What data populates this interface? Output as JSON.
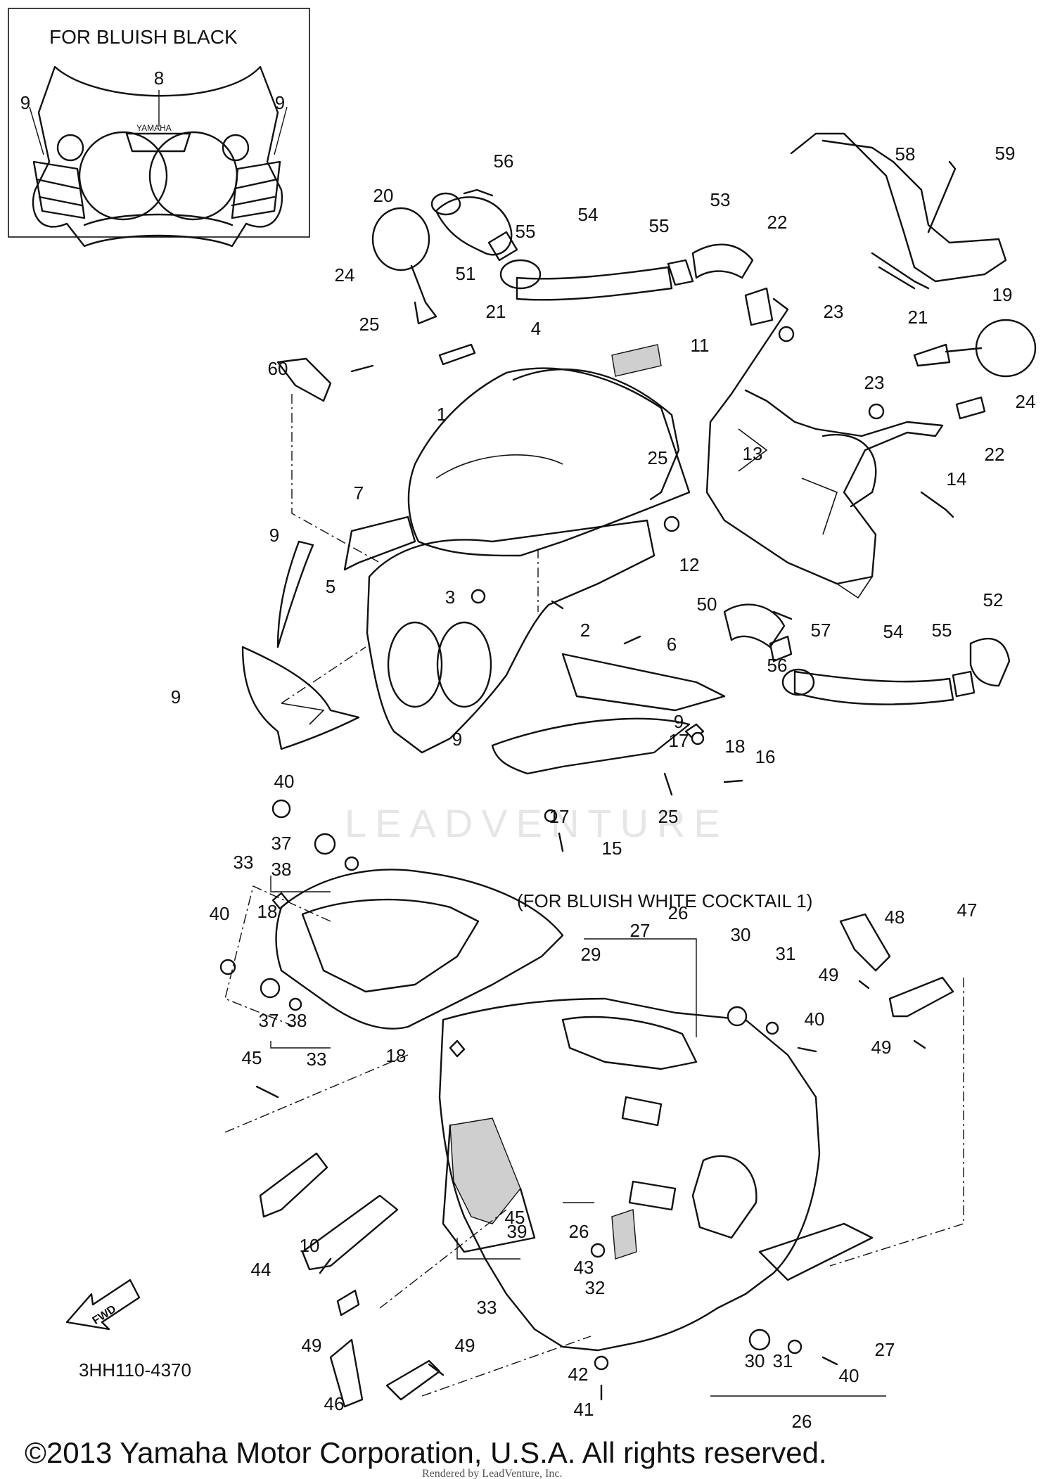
{
  "inset": {
    "title": "FOR BLUISH BLACK",
    "emblem_text": "YAMAHA"
  },
  "variant_note": "(FOR BLUISH WHITE COCKTAIL 1)",
  "fwd_arrow_label": "FWD",
  "drawing_code": "3HH110-4370",
  "watermark": "LEADVENTURE",
  "copyright": "©2013 Yamaha Motor Corporation, U.S.A. All rights reserved.",
  "render_note": "Rendered by LeadVenture, Inc.",
  "callouts": [
    "1",
    "2",
    "3",
    "4",
    "5",
    "6",
    "7",
    "8",
    "9",
    "9",
    "9",
    "9",
    "9",
    "9",
    "10",
    "11",
    "12",
    "13",
    "14",
    "15",
    "16",
    "17",
    "17",
    "18",
    "18",
    "18",
    "19",
    "20",
    "21",
    "21",
    "22",
    "22",
    "23",
    "23",
    "24",
    "24",
    "25",
    "25",
    "25",
    "26",
    "26",
    "26",
    "27",
    "27",
    "29",
    "30",
    "30",
    "31",
    "31",
    "32",
    "33",
    "33",
    "33",
    "37",
    "37",
    "38",
    "38",
    "39",
    "40",
    "40",
    "40",
    "40",
    "41",
    "42",
    "43",
    "44",
    "45",
    "45",
    "46",
    "47",
    "48",
    "49",
    "49",
    "49",
    "49",
    "50",
    "51",
    "52",
    "53",
    "54",
    "54",
    "55",
    "55",
    "55",
    "56",
    "56",
    "57",
    "58",
    "59",
    "60"
  ]
}
